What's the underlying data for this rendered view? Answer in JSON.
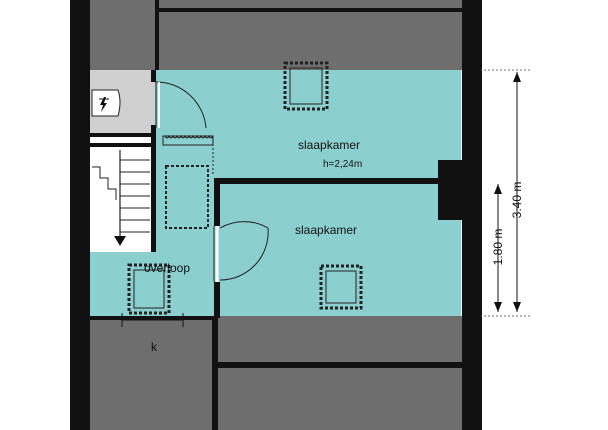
{
  "rooms": [
    {
      "label": "slaapkamer",
      "height_label": "h=2,24m"
    },
    {
      "label": "slaapkamer"
    },
    {
      "label": "overloop"
    },
    {
      "label": "k"
    }
  ],
  "dimensions": [
    {
      "label": "3.40 m"
    },
    {
      "label": "1.80 m"
    }
  ],
  "colors": {
    "floor": "#8ccfcf",
    "wall": "#111111",
    "roof_slope": "#6e6e6e",
    "stair": "#ffffff",
    "boiler_area": "#d0d0d0"
  },
  "icons": [
    "boiler-icon",
    "radiator-icon",
    "skylight-icon",
    "stair-arrow-icon"
  ]
}
